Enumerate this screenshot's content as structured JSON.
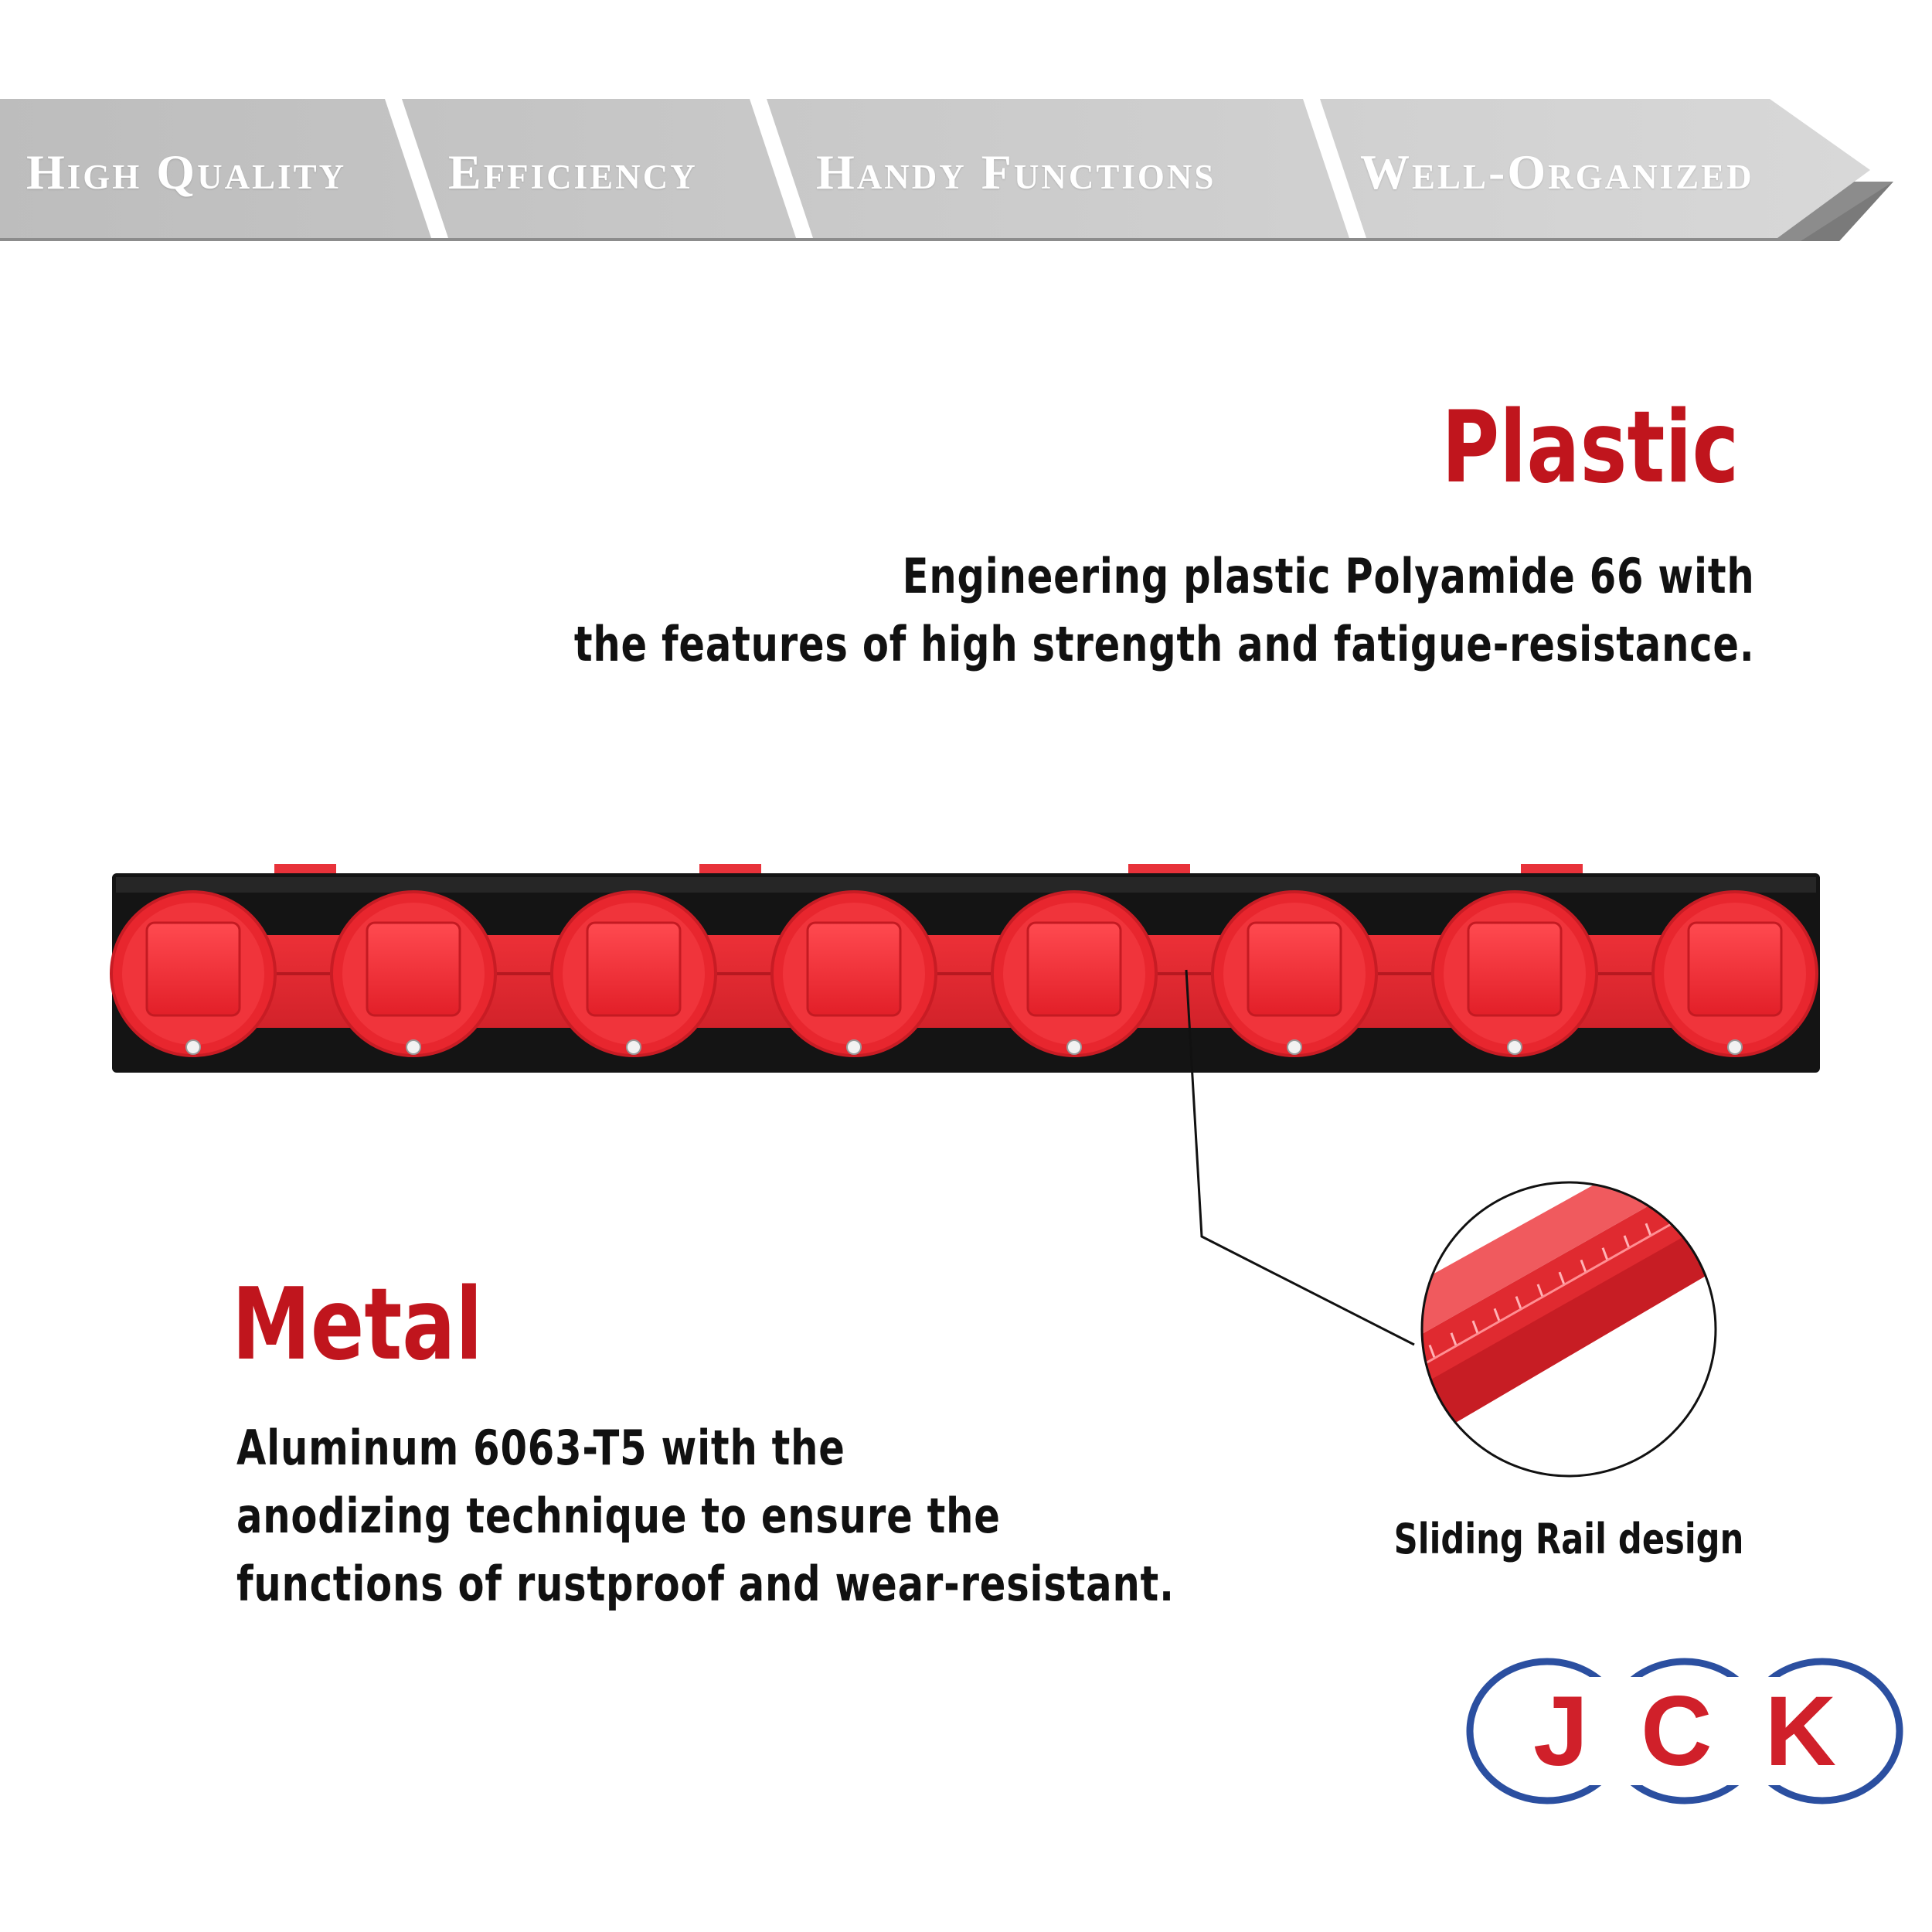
{
  "banner": {
    "items": [
      {
        "label": "High Quality"
      },
      {
        "label": "Efficiency"
      },
      {
        "label": "Handy Functions"
      },
      {
        "label": "Well-Organized"
      }
    ]
  },
  "plastic": {
    "title": "Plastic",
    "lines": [
      "Engineering plastic Polyamide 66 with",
      "the features of high strength and fatigue-resistance."
    ]
  },
  "metal": {
    "title": "Metal",
    "lines": [
      "Aluminum 6063-T5 with the",
      "anodizing technique to ensure the",
      "functions of rustproof and wear-resistant."
    ]
  },
  "callout": {
    "caption": "Sliding Rail design"
  },
  "product": {
    "clip_count": 8
  },
  "logo": {
    "text": "JCK"
  },
  "colors": {
    "accent_red": "#c0151d",
    "clip_red": "#ef2a32",
    "rail_black": "#111111",
    "logo_blue": "#2b4fa0",
    "banner_gray": "#c9c9c9"
  }
}
